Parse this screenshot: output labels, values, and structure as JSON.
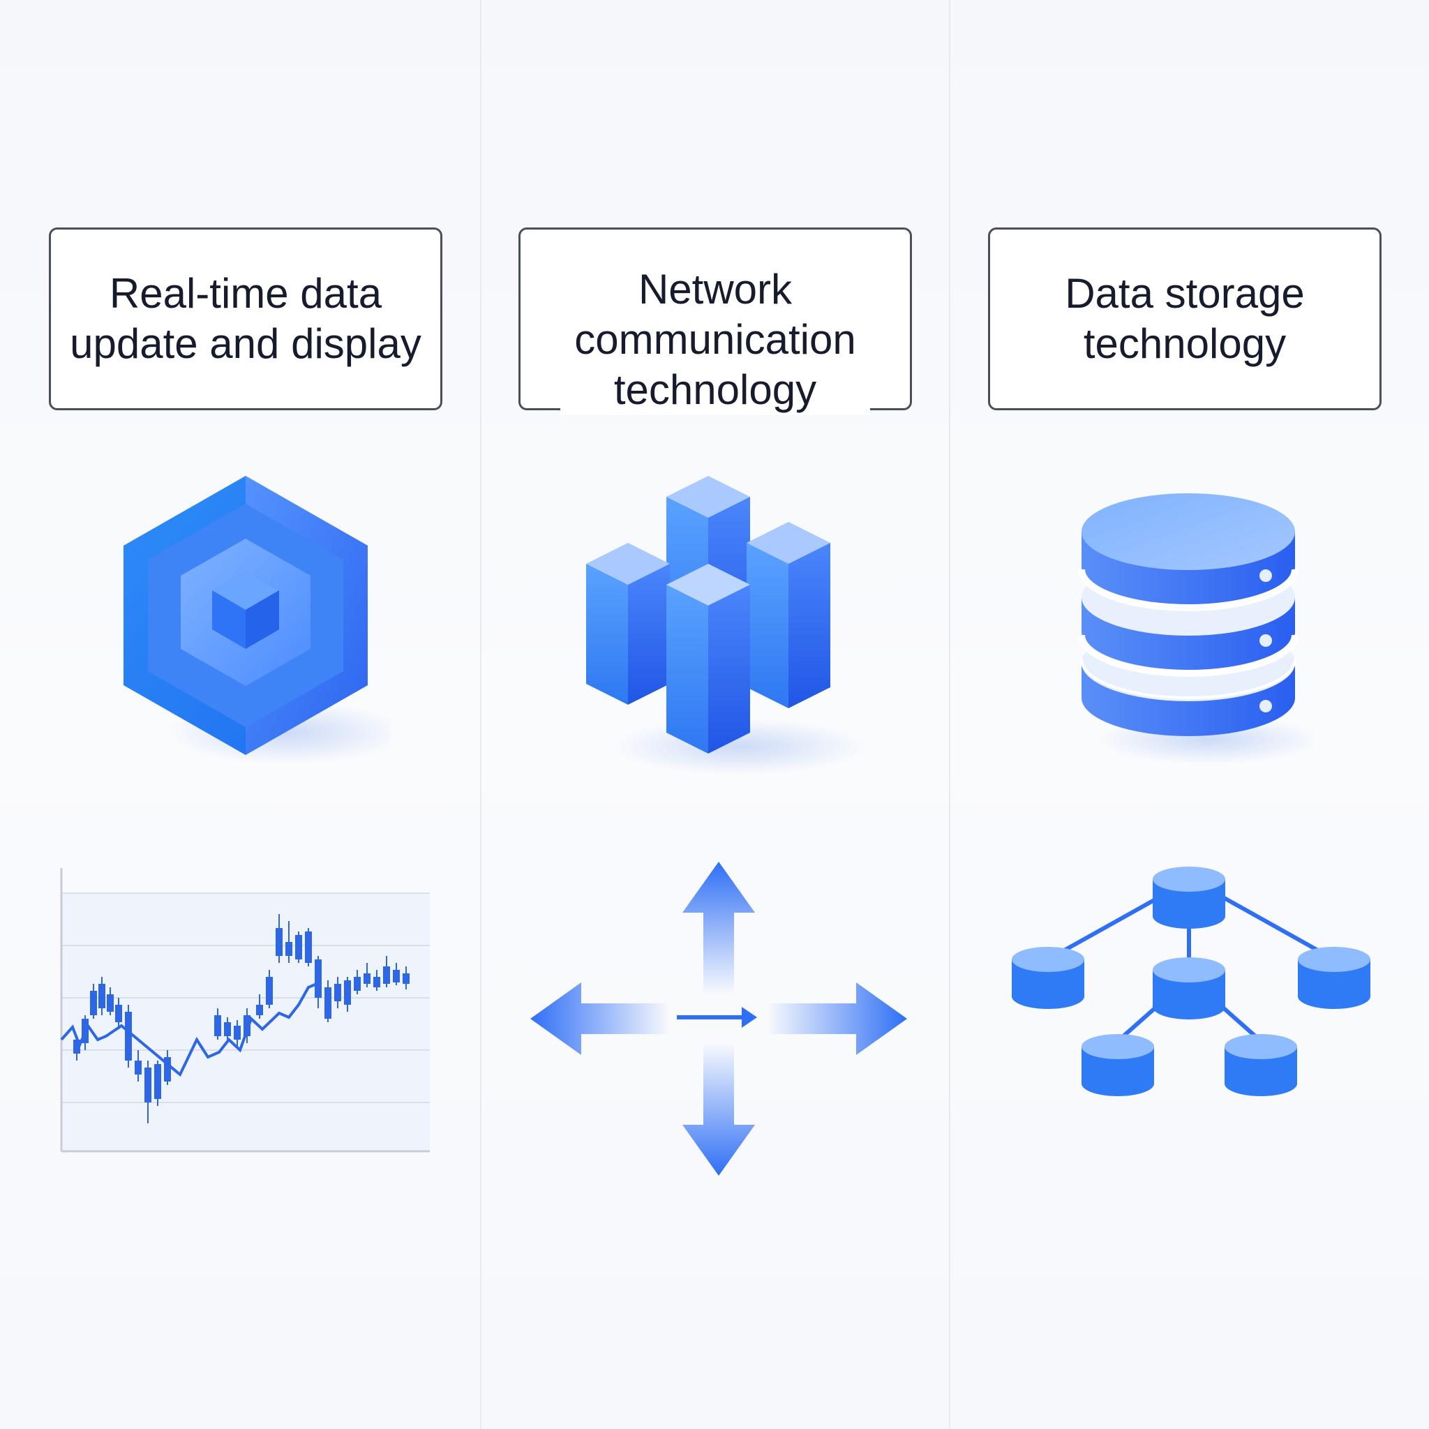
{
  "columns": [
    {
      "title_line1": "Real-time data",
      "title_line2": "update and display",
      "top_icon": "hexagon-cube-icon",
      "bottom_icon": "candlestick-chart-icon"
    },
    {
      "title_line1": "Network",
      "title_line2": "communication",
      "title_line3": "technology",
      "top_icon": "bar-blocks-icon",
      "bottom_icon": "four-way-arrows-icon"
    },
    {
      "title_line1": "Data storage",
      "title_line2": "technology",
      "top_icon": "database-icon",
      "bottom_icon": "database-tree-icon"
    }
  ],
  "colors": {
    "accent": "#2f6df6",
    "accent_light": "#9cc0ff",
    "accent_mid": "#4f8bff",
    "border": "#4a4f5c",
    "text": "#161b2e",
    "background": "#f7f9fc"
  }
}
